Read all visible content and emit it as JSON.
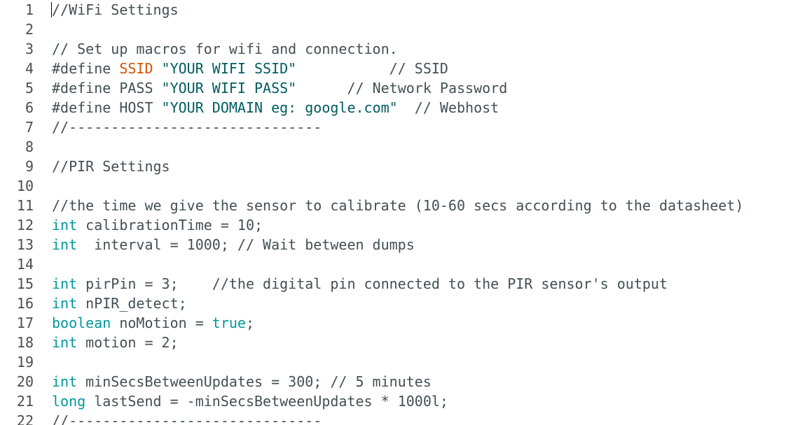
{
  "colors": {
    "background": "#ffffff",
    "plain_text": "#434f54",
    "line_number": "#4d4d4d",
    "keyword_type": "#00979c",
    "keyword_constant": "#d35400",
    "string_literal": "#005c5f"
  },
  "editor": {
    "line_numbers": [
      "1",
      "2",
      "3",
      "4",
      "5",
      "6",
      "7",
      "8",
      "9",
      "10",
      "11",
      "12",
      "13",
      "14",
      "15",
      "16",
      "17",
      "18",
      "19",
      "20",
      "21",
      "22"
    ],
    "lines": {
      "l1": {
        "a": "//WiFi Settings"
      },
      "l3": {
        "a": "// Set up macros for wifi and connection."
      },
      "l4": {
        "a": "#define ",
        "b": "SSID",
        "c": " ",
        "d": "\"YOUR WIFI SSID\"",
        "e": "           // SSID"
      },
      "l5": {
        "a": "#define PASS ",
        "d": "\"YOUR WIFI PASS\"",
        "e": "      // Network Password"
      },
      "l6": {
        "a": "#define HOST ",
        "d": "\"YOUR DOMAIN eg: google.com\"",
        "e": "  // Webhost"
      },
      "l7": {
        "a": "//------------------------------"
      },
      "l9": {
        "a": "//PIR Settings"
      },
      "l11": {
        "a": "//the time we give the sensor to calibrate (10-60 secs according to the datasheet)"
      },
      "l12": {
        "k": "int",
        "a": " calibrationTime = 10;"
      },
      "l13": {
        "k": "int",
        "a": "  interval = 1000; // Wait between dumps"
      },
      "l15": {
        "k": "int",
        "a": " pirPin = 3;    //the digital pin connected to the PIR sensor's output"
      },
      "l16": {
        "k": "int",
        "a": " nPIR_detect;"
      },
      "l17": {
        "k": "boolean",
        "a": " noMotion = ",
        "v": "true",
        "z": ";"
      },
      "l18": {
        "k": "int",
        "a": " motion = 2;"
      },
      "l20": {
        "k": "int",
        "a": " minSecsBetweenUpdates = 300; // 5 minutes"
      },
      "l21": {
        "k": "long",
        "a": " lastSend = -minSecsBetweenUpdates * 1000l;"
      },
      "l22": {
        "a": "//------------------------------"
      }
    }
  }
}
